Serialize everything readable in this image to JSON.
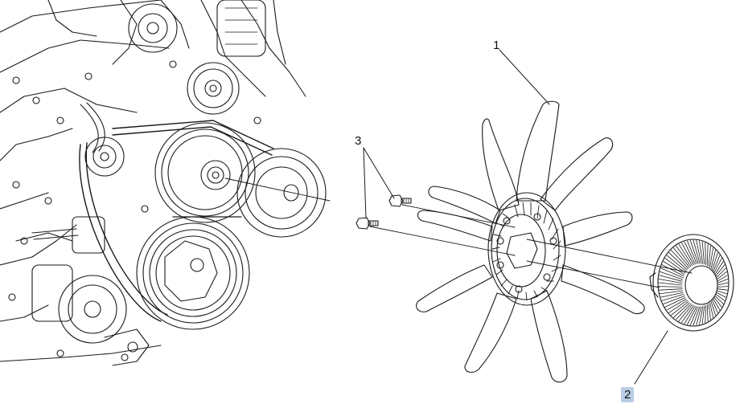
{
  "diagram": {
    "callouts": [
      {
        "id": "1",
        "label": "1",
        "highlighted": false
      },
      {
        "id": "2",
        "label": "2",
        "highlighted": true
      },
      {
        "id": "3",
        "label": "3",
        "highlighted": false
      }
    ]
  },
  "colors": {
    "line": "#1a1a1a",
    "highlight": "#b9cde6",
    "background": "#ffffff"
  },
  "icons": [
    "engine-front-drawing",
    "fan-blade-drawing",
    "fan-clutch-drawing",
    "bolt-drawing"
  ]
}
